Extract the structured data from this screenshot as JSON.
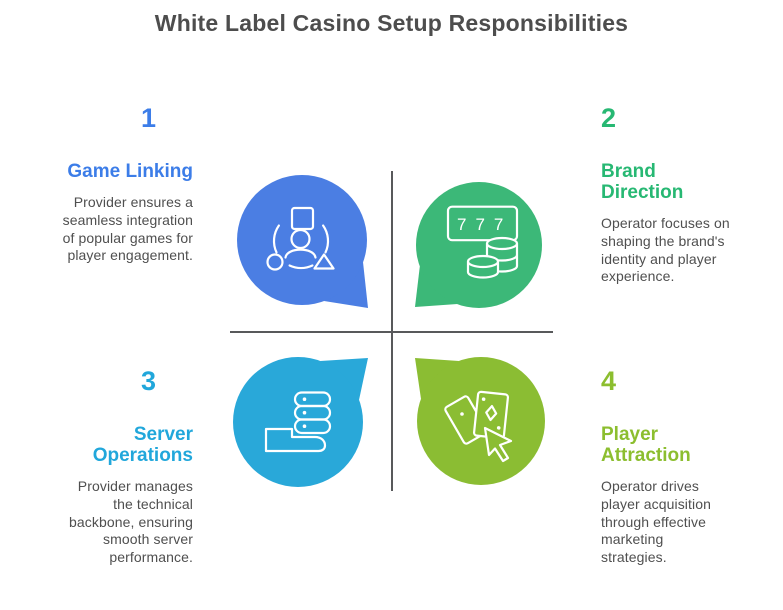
{
  "title": "White Label Casino Setup Responsibilities",
  "title_color": "#4d4d4d",
  "body_text_color": "#4f4f4f",
  "divider_color": "#58595b",
  "icon_stroke_color": "#ffffff",
  "sections": [
    {
      "number": "1",
      "heading": "Game Linking",
      "description": "Provider ensures a\nseamless integration\nof popular games for\nplayer engagement.",
      "accent_color": "#3c7de8",
      "bubble_color": "#4b7ee3",
      "icon": "community-shapes-icon"
    },
    {
      "number": "2",
      "heading": "Brand\nDirection",
      "description": "Operator focuses on\nshaping the brand's\nidentity and player\nexperience.",
      "accent_color": "#27b873",
      "bubble_color": "#3cb878",
      "icon": "slot-777-coins-icon",
      "slot_digits": "777"
    },
    {
      "number": "3",
      "heading": "Server\nOperations",
      "description": "Provider manages\nthe technical\nbackbone, ensuring\nsmooth server\nperformance.",
      "accent_color": "#21a7db",
      "bubble_color": "#29a8d9",
      "icon": "hand-server-stack-icon"
    },
    {
      "number": "4",
      "heading": "Player\nAttraction",
      "description": "Operator drives\nplayer acquisition\nthrough effective\nmarketing\nstrategies.",
      "accent_color": "#8cbe2f",
      "bubble_color": "#8bbd33",
      "icon": "cards-cursor-icon"
    }
  ]
}
